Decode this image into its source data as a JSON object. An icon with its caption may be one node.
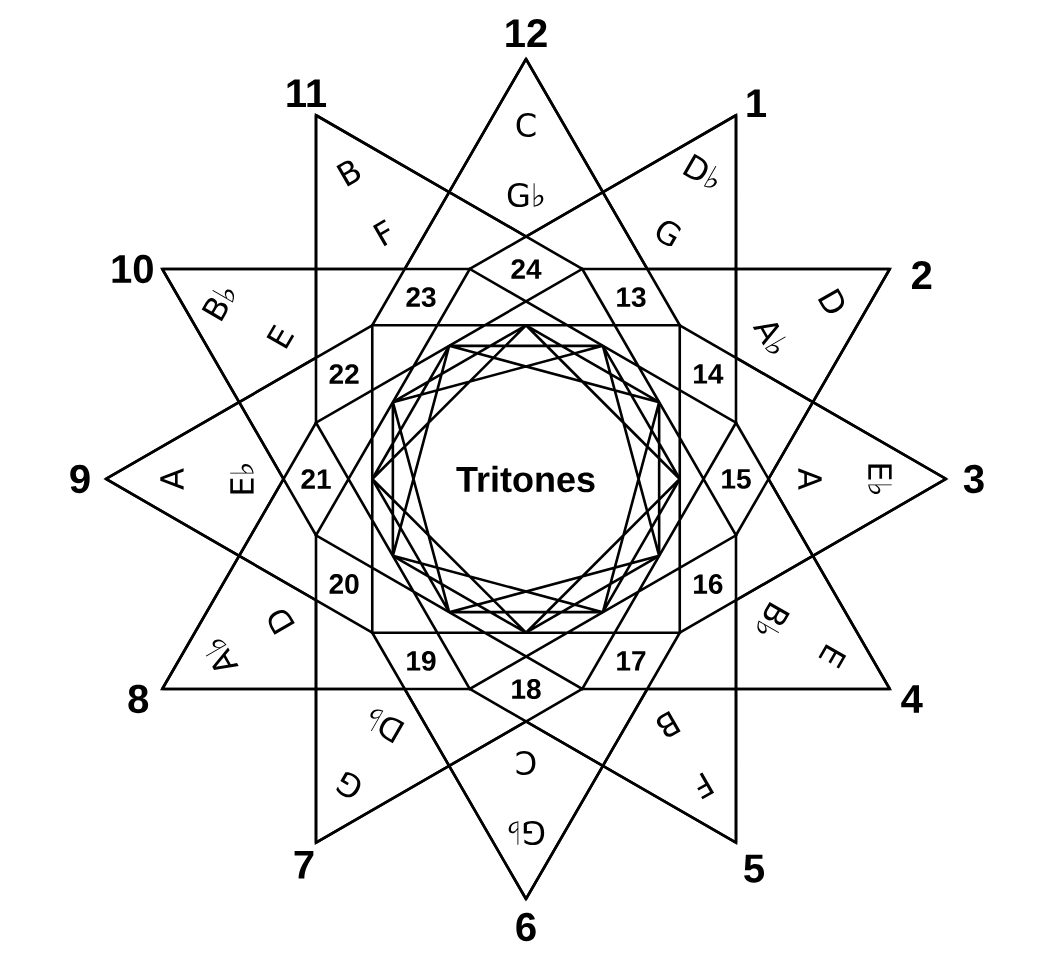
{
  "diagram": {
    "nodes": [
      {
        "text": [
          "C",
          "G♭"
        ],
        "beside": [
          "12"
        ]
      },
      {
        "text": [
          "D♭",
          "G"
        ],
        "beside": [
          "1"
        ]
      },
      {
        "text": [
          "D",
          "A♭"
        ],
        "beside": [
          "2"
        ]
      },
      {
        "text": [
          "E♭",
          "A"
        ],
        "beside": [
          "3"
        ]
      },
      {
        "text": [
          "E",
          "B♭"
        ],
        "beside": [
          "4"
        ]
      },
      {
        "text": [
          "F",
          "B"
        ],
        "beside": [
          "5"
        ]
      },
      {
        "text": [
          "G♭",
          "C"
        ],
        "beside": [
          "6"
        ]
      },
      {
        "text": [
          "G",
          "D♭"
        ],
        "beside": [
          "7"
        ]
      },
      {
        "text": [
          "A♭",
          "D"
        ],
        "beside": [
          "8"
        ]
      },
      {
        "text": [
          "A",
          "E♭"
        ],
        "beside": [
          "9"
        ]
      },
      {
        "text": [
          "B♭",
          "E"
        ],
        "beside": [
          "10"
        ]
      },
      {
        "text": [
          "B",
          "F"
        ],
        "beside": [
          "11"
        ]
      }
    ],
    "labels": [
      "24",
      "13",
      "14",
      "15",
      "16",
      "17",
      "18",
      "19",
      "20",
      "21",
      "22",
      "23",
      "Tritones"
    ]
  }
}
